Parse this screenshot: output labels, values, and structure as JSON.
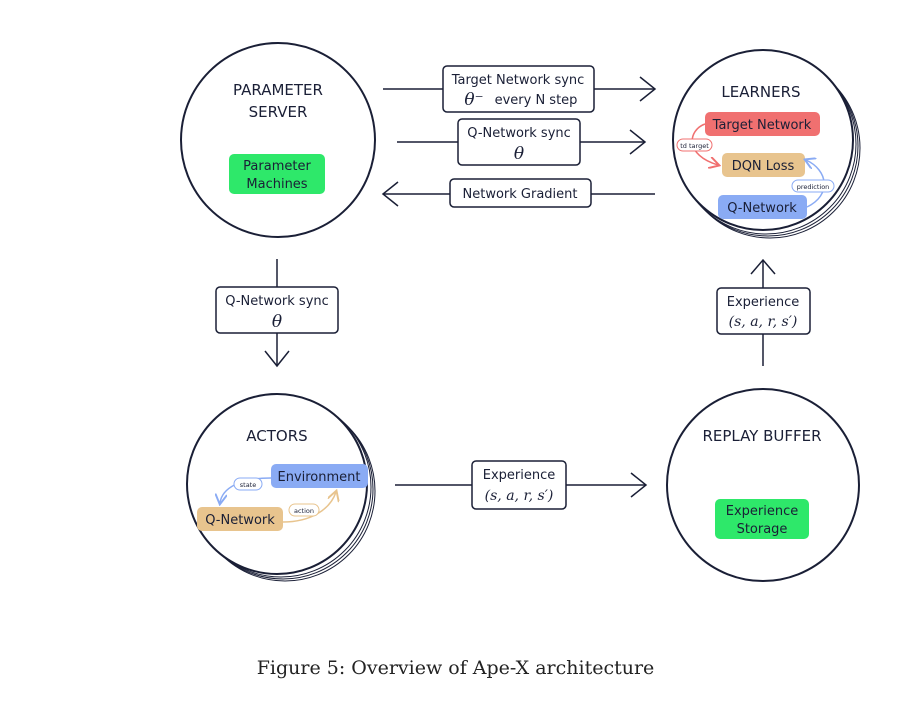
{
  "nodes": {
    "parameter_server": {
      "title_line1": "PARAMETER",
      "title_line2": "SERVER",
      "chip_line1": "Parameter",
      "chip_line2": "Machines"
    },
    "learners": {
      "title": "LEARNERS",
      "target_network": "Target Network",
      "dqn_loss": "DQN Loss",
      "q_network": "Q-Network",
      "td_target": "td target",
      "prediction": "prediction"
    },
    "actors": {
      "title": "ACTORS",
      "environment": "Environment",
      "q_network": "Q-Network",
      "state": "state",
      "action": "action"
    },
    "replay_buffer": {
      "title": "REPLAY BUFFER",
      "chip_line1": "Experience",
      "chip_line2": "Storage"
    }
  },
  "edges": {
    "target_sync": {
      "line1": "Target Network sync",
      "symbol": "θ⁻",
      "suffix": "every N step"
    },
    "qnet_sync_top": {
      "line1": "Q-Network sync",
      "symbol": "θ"
    },
    "gradient": {
      "label": "Network Gradient"
    },
    "qnet_sync_left": {
      "line1": "Q-Network sync",
      "symbol": "θ"
    },
    "experience_bottom": {
      "line1": "Experience",
      "tuple": "(s, a, r, s′)"
    },
    "experience_right": {
      "line1": "Experience",
      "tuple": "(s, a, r, s′)"
    }
  },
  "colors": {
    "navy": "#1a1f36",
    "green": "#2ee86a",
    "red": "#f07070",
    "orange": "#e8c48e",
    "blue": "#8aabf4"
  },
  "caption": "Figure 5: Overview of Ape-X architecture"
}
